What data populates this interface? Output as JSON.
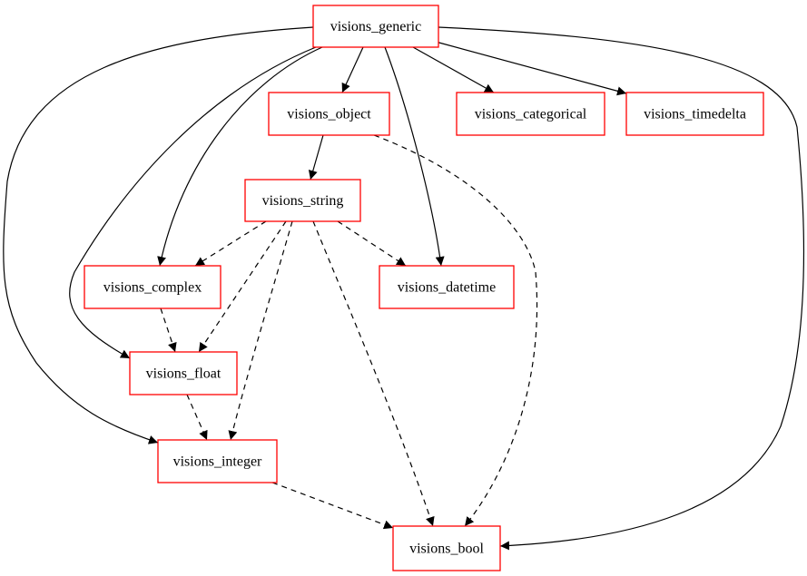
{
  "graph": {
    "node_border_color": "#ff0000",
    "edge_color": "#000000",
    "nodes": [
      {
        "id": "generic",
        "label": "visions_generic"
      },
      {
        "id": "object",
        "label": "visions_object"
      },
      {
        "id": "categorical",
        "label": "visions_categorical"
      },
      {
        "id": "timedelta",
        "label": "visions_timedelta"
      },
      {
        "id": "string",
        "label": "visions_string"
      },
      {
        "id": "complex",
        "label": "visions_complex"
      },
      {
        "id": "datetime",
        "label": "visions_datetime"
      },
      {
        "id": "float",
        "label": "visions_float"
      },
      {
        "id": "integer",
        "label": "visions_integer"
      },
      {
        "id": "bool",
        "label": "visions_bool"
      }
    ],
    "edges": [
      {
        "from": "generic",
        "to": "object",
        "style": "solid"
      },
      {
        "from": "generic",
        "to": "categorical",
        "style": "solid"
      },
      {
        "from": "generic",
        "to": "timedelta",
        "style": "solid"
      },
      {
        "from": "generic",
        "to": "datetime",
        "style": "solid"
      },
      {
        "from": "generic",
        "to": "complex",
        "style": "solid"
      },
      {
        "from": "generic",
        "to": "float",
        "style": "solid"
      },
      {
        "from": "generic",
        "to": "integer",
        "style": "solid"
      },
      {
        "from": "generic",
        "to": "bool",
        "style": "solid"
      },
      {
        "from": "object",
        "to": "string",
        "style": "solid"
      },
      {
        "from": "object",
        "to": "bool",
        "style": "dashed"
      },
      {
        "from": "string",
        "to": "complex",
        "style": "dashed"
      },
      {
        "from": "string",
        "to": "datetime",
        "style": "dashed"
      },
      {
        "from": "string",
        "to": "float",
        "style": "dashed"
      },
      {
        "from": "string",
        "to": "integer",
        "style": "dashed"
      },
      {
        "from": "string",
        "to": "bool",
        "style": "dashed"
      },
      {
        "from": "complex",
        "to": "float",
        "style": "dashed"
      },
      {
        "from": "float",
        "to": "integer",
        "style": "dashed"
      },
      {
        "from": "integer",
        "to": "bool",
        "style": "dashed"
      }
    ]
  }
}
